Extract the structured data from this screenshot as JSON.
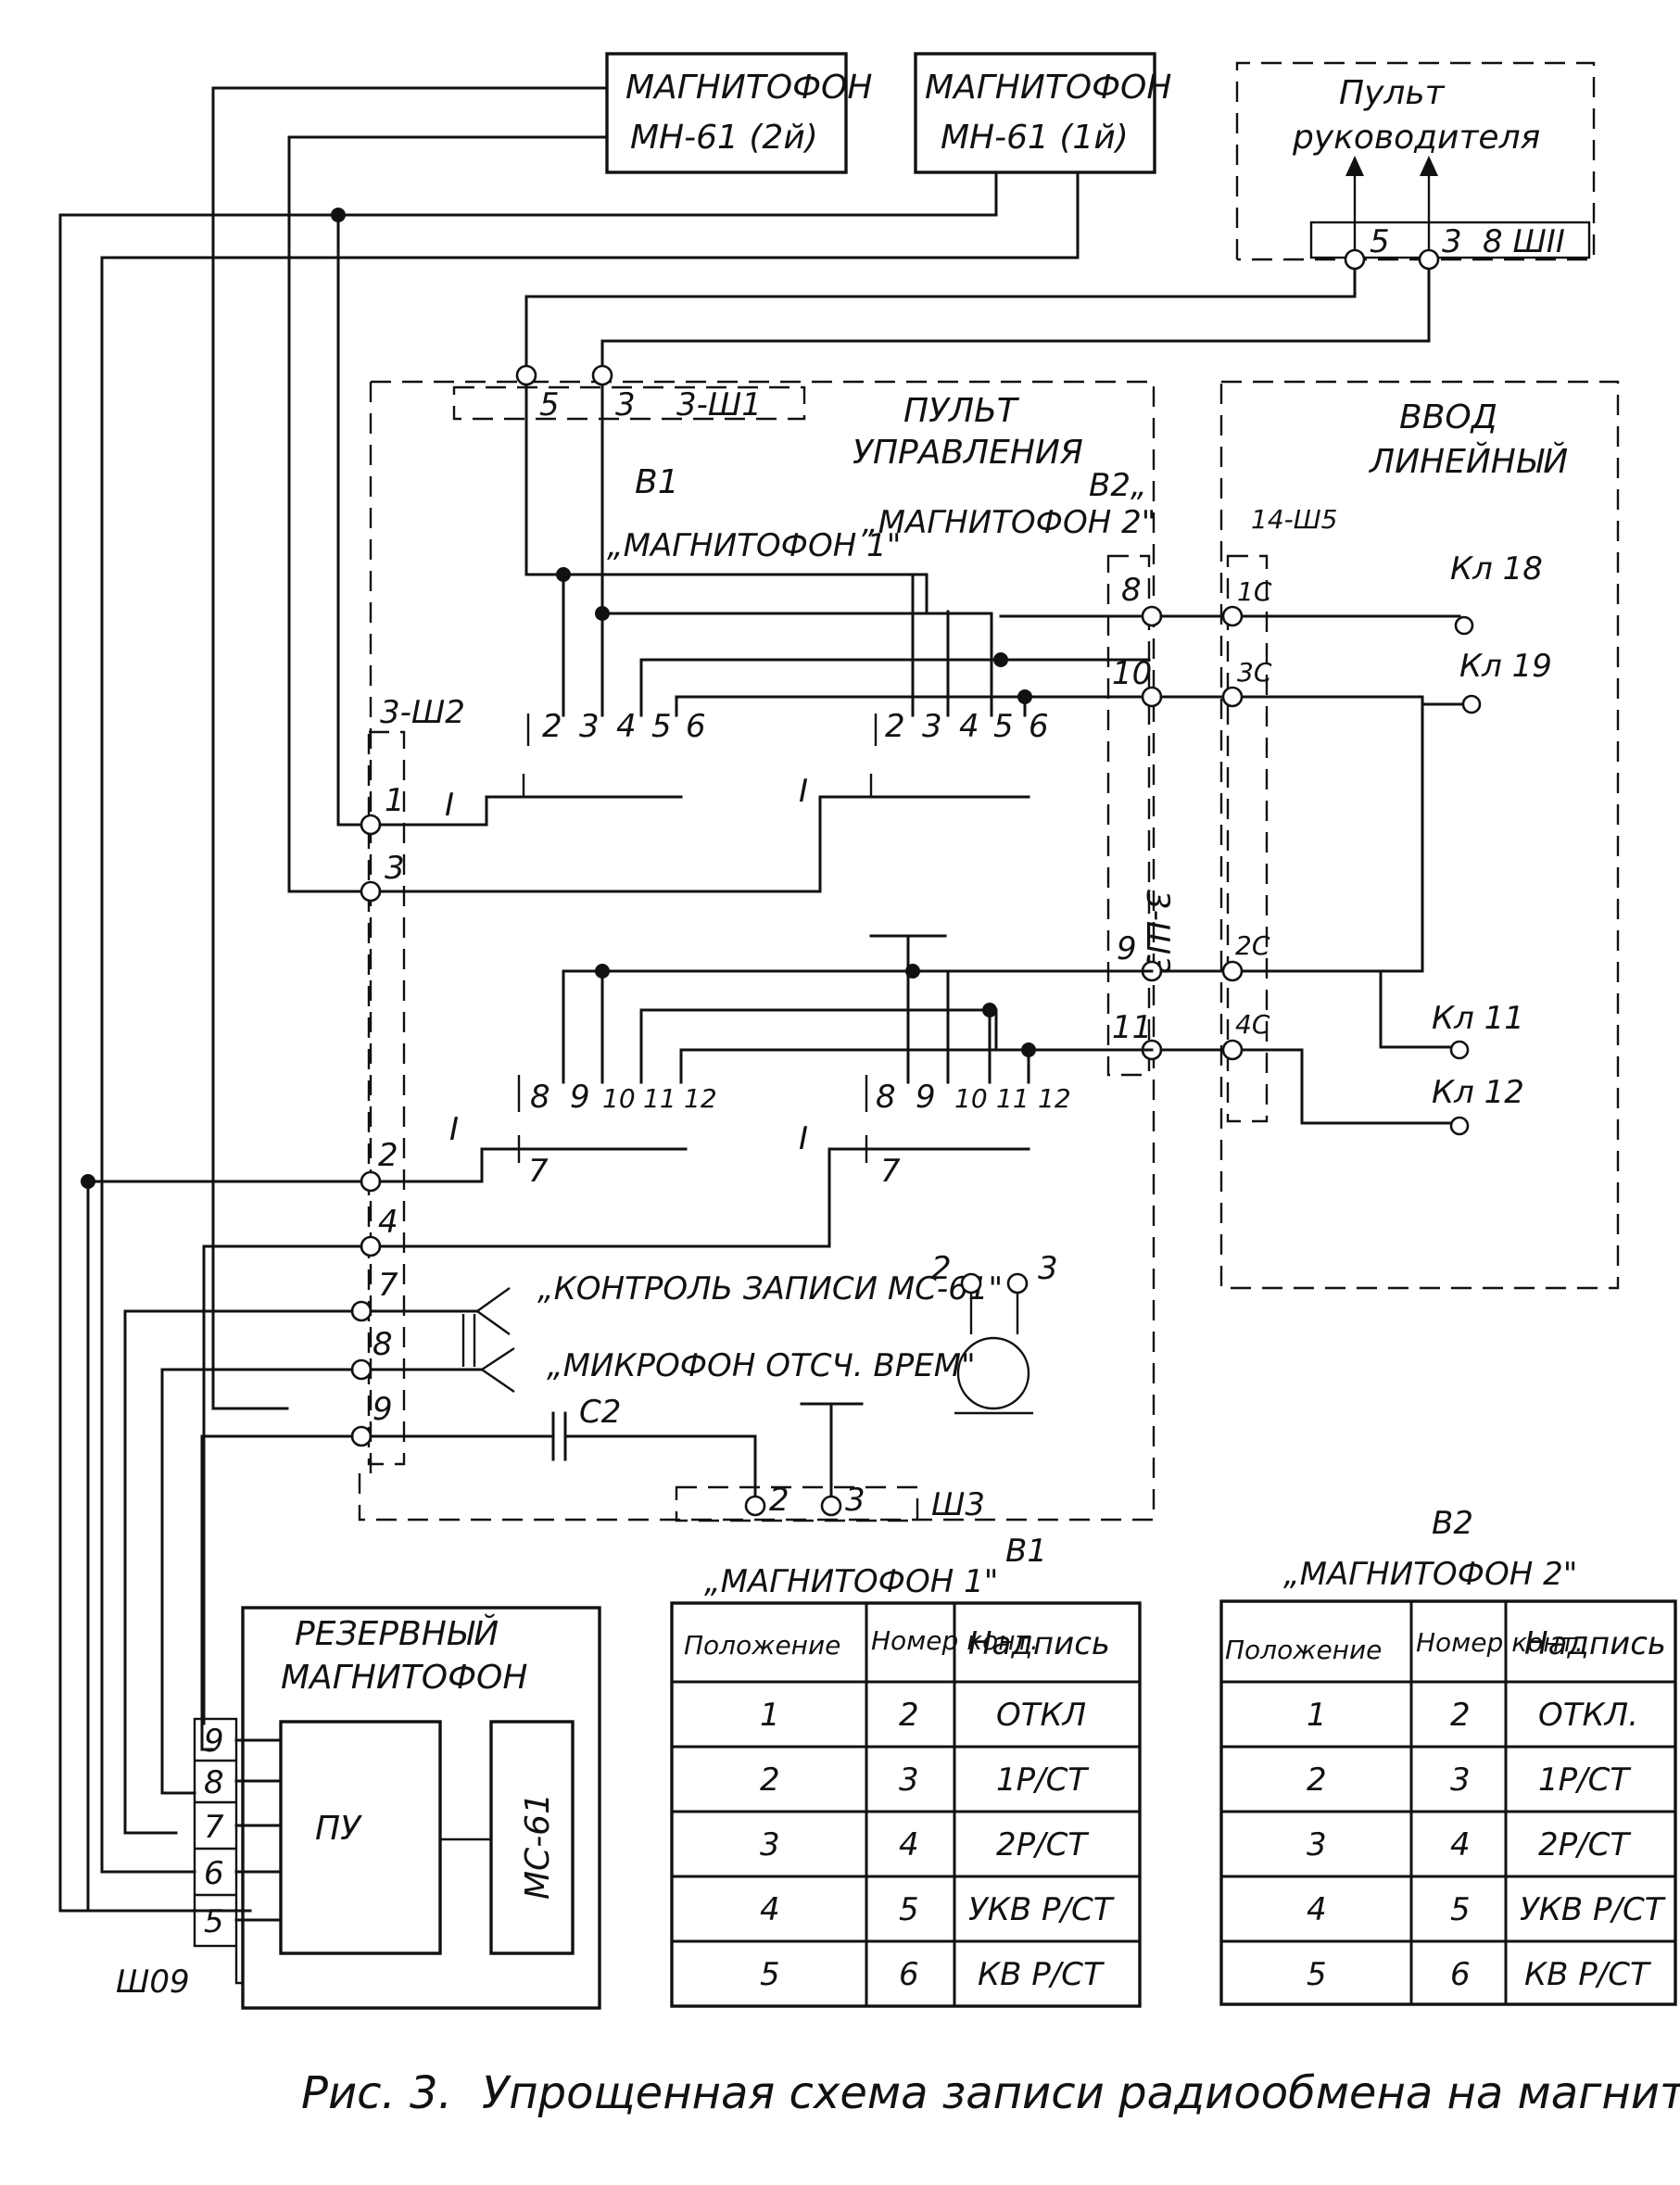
{
  "recorders": {
    "mn2": [
      "МАГНИТОФОН",
      "МН-61 (2й)"
    ],
    "mn1": [
      "МАГНИТОФОН",
      "МН-61 (1й)"
    ]
  },
  "supervisor": {
    "title": [
      "Пульт",
      "руководителя"
    ],
    "pins": [
      "5",
      "3"
    ],
    "connector": "8 ШII"
  },
  "control_panel": {
    "title": [
      "ПУЛЬТ",
      "УПРАВЛЕНИЯ"
    ],
    "top_connector": {
      "pins": [
        "5",
        "3"
      ],
      "label": "3-Ш1"
    },
    "b1_label": "В1",
    "b1_name": "„МАГНИТОФОН 1\"",
    "b2_label": "В2„",
    "b2_name": "„МАГНИТОФОН 2\"",
    "sw_upper_contacts": [
      "2",
      "3",
      "4",
      "5",
      "6"
    ],
    "sw_lower_contacts": [
      "8",
      "9",
      "10",
      "11",
      "12"
    ],
    "pos_mark": "I",
    "common_contact": "7",
    "left_connector": "3-Ш2",
    "left_pins": [
      "1",
      "3",
      "2",
      "4",
      "7",
      "8",
      "9"
    ],
    "right_connector": "3-Ш3",
    "right_pins": [
      "8",
      "10",
      "9",
      "11"
    ],
    "jack1": "„КОНТРОЛЬ ЗАПИСИ МС-61\"",
    "jack2": "„МИКРОФОН ОТСЧ. ВРЕМ\"",
    "mic_pins": [
      "2",
      "3"
    ],
    "cap": "С2",
    "bottom_connector": {
      "pins": [
        "2",
        "3"
      ],
      "label": "Ш3"
    }
  },
  "line_input": {
    "title": [
      "ВВОД",
      "ЛИНЕЙНЫЙ"
    ],
    "connector": "14-Ш5",
    "pins": [
      "1С",
      "3С",
      "2С",
      "4С"
    ],
    "outputs": [
      "Кл 18",
      "Кл 19",
      "Кл 11",
      "Кл 12"
    ]
  },
  "reserve": {
    "title": [
      "РЕЗЕРВНЫЙ",
      "МАГНИТОФОН"
    ],
    "pu": "ПУ",
    "mc": "МС-61",
    "pins": [
      "9",
      "8",
      "7",
      "6",
      "5"
    ],
    "connector": "Ш09"
  },
  "table_b1": {
    "title": [
      "В1",
      "„МАГНИТОФОН 1\""
    ],
    "headers": [
      "Положение",
      "Номер конт.",
      "Надпись"
    ],
    "rows": [
      [
        "1",
        "2",
        "ОТКЛ"
      ],
      [
        "2",
        "3",
        "1Р/СТ"
      ],
      [
        "3",
        "4",
        "2Р/СТ"
      ],
      [
        "4",
        "5",
        "УКВ Р/СТ"
      ],
      [
        "5",
        "6",
        "КВ Р/СТ"
      ]
    ]
  },
  "table_b2": {
    "title": [
      "В2",
      "„МАГНИТОФОН 2\""
    ],
    "headers": [
      "Положение",
      "Номер конт.",
      "Надпись"
    ],
    "rows": [
      [
        "1",
        "2",
        "ОТКЛ."
      ],
      [
        "2",
        "3",
        "1Р/СТ"
      ],
      [
        "3",
        "4",
        "2Р/СТ"
      ],
      [
        "4",
        "5",
        "УКВ Р/СТ"
      ],
      [
        "5",
        "6",
        "КВ Р/СТ"
      ]
    ]
  },
  "caption": [
    "Рис. 3.",
    "Упрощенная схема записи радиообмена на магнитофоны"
  ]
}
